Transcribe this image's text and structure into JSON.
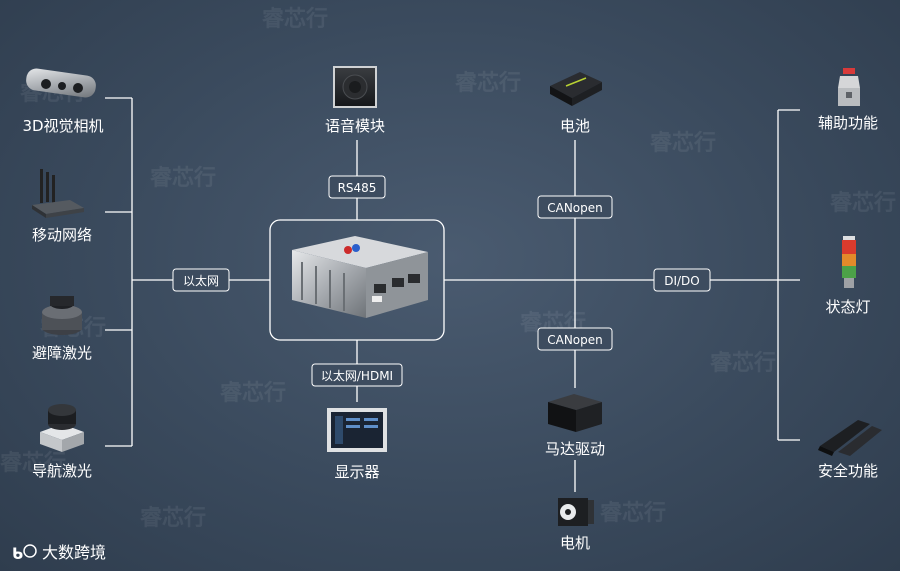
{
  "center": {
    "icon": "controller-box-icon"
  },
  "left_devices": [
    {
      "label": "3D视觉相机",
      "icon": "3d-camera-icon"
    },
    {
      "label": "移动网络",
      "icon": "router-icon"
    },
    {
      "label": "避障激光",
      "icon": "obstacle-lidar-icon"
    },
    {
      "label": "导航激光",
      "icon": "navigation-lidar-icon"
    }
  ],
  "left_link": "以太网",
  "top_device": {
    "label": "语音模块",
    "icon": "speaker-module-icon",
    "link": "RS485"
  },
  "bottom_device": {
    "label": "显示器",
    "icon": "display-icon",
    "link": "以太网/HDMI"
  },
  "bus_devices": {
    "battery": {
      "label": "电池",
      "icon": "battery-icon",
      "link": "CANopen"
    },
    "motor_driver": {
      "label": "马达驱动",
      "icon": "motor-driver-icon",
      "link": "CANopen"
    },
    "motor": {
      "label": "电机",
      "icon": "motor-icon"
    }
  },
  "right_link": "DI/DO",
  "right_devices": [
    {
      "label": "辅助功能",
      "icon": "aux-light-icon"
    },
    {
      "label": "状态灯",
      "icon": "signal-tower-icon"
    },
    {
      "label": "安全功能",
      "icon": "safety-edge-icon"
    }
  ],
  "watermark": "睿芯行",
  "brand": {
    "name": "大数跨境",
    "logo": "brand-logo-icon"
  }
}
